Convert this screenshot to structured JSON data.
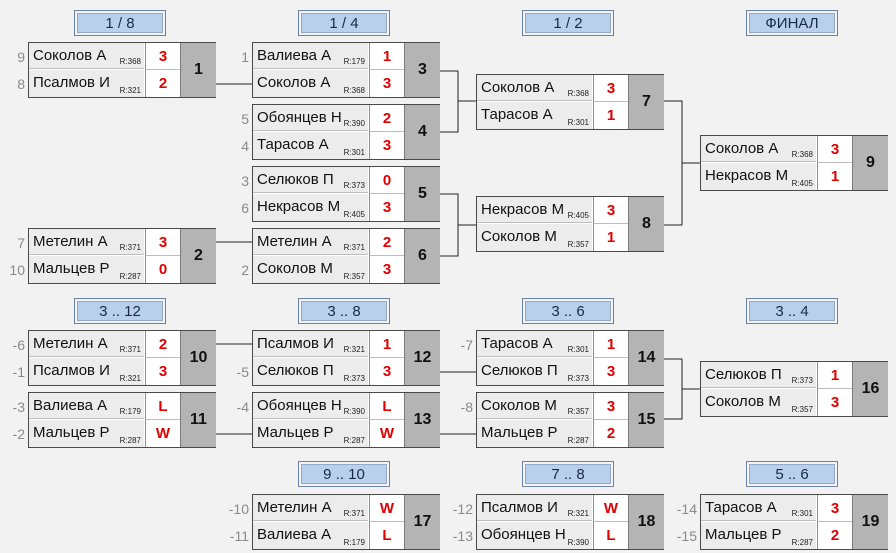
{
  "headers": {
    "h18": "1 / 8",
    "h14": "1 / 4",
    "h12": "1 / 2",
    "final": "ФИНАЛ",
    "p3_12": "3 .. 12",
    "p3_8": "3 .. 8",
    "p3_6": "3 .. 6",
    "p3_4": "3 .. 4",
    "p9_10": "9 .. 10",
    "p7_8": "7 .. 8",
    "p5_6": "5 .. 6"
  },
  "matches": [
    {
      "id": "m1",
      "num": "1",
      "p": [
        {
          "seed": "9",
          "name": "Соколов А",
          "rating": "R:368",
          "score": "3"
        },
        {
          "seed": "8",
          "name": "Псалмов И",
          "rating": "R:321",
          "score": "2"
        }
      ]
    },
    {
      "id": "m2",
      "num": "2",
      "p": [
        {
          "seed": "7",
          "name": "Метелин А",
          "rating": "R:371",
          "score": "3"
        },
        {
          "seed": "10",
          "name": "Мальцев Р",
          "rating": "R:287",
          "score": "0"
        }
      ]
    },
    {
      "id": "m3",
      "num": "3",
      "p": [
        {
          "seed": "1",
          "name": "Валиева А",
          "rating": "R:179",
          "score": "1"
        },
        {
          "seed": "",
          "name": "Соколов А",
          "rating": "R:368",
          "score": "3"
        }
      ]
    },
    {
      "id": "m4",
      "num": "4",
      "p": [
        {
          "seed": "5",
          "name": "Обоянцев Н",
          "rating": "R:390",
          "score": "2"
        },
        {
          "seed": "4",
          "name": "Тарасов А",
          "rating": "R:301",
          "score": "3"
        }
      ]
    },
    {
      "id": "m5",
      "num": "5",
      "p": [
        {
          "seed": "3",
          "name": "Селюков П",
          "rating": "R:373",
          "score": "0"
        },
        {
          "seed": "6",
          "name": "Некрасов М",
          "rating": "R:405",
          "score": "3"
        }
      ]
    },
    {
      "id": "m6",
      "num": "6",
      "p": [
        {
          "seed": "",
          "name": "Метелин А",
          "rating": "R:371",
          "score": "2"
        },
        {
          "seed": "2",
          "name": "Соколов М",
          "rating": "R:357",
          "score": "3"
        }
      ]
    },
    {
      "id": "m7",
      "num": "7",
      "p": [
        {
          "seed": "",
          "name": "Соколов А",
          "rating": "R:368",
          "score": "3"
        },
        {
          "seed": "",
          "name": "Тарасов А",
          "rating": "R:301",
          "score": "1"
        }
      ]
    },
    {
      "id": "m8",
      "num": "8",
      "p": [
        {
          "seed": "",
          "name": "Некрасов М",
          "rating": "R:405",
          "score": "3"
        },
        {
          "seed": "",
          "name": "Соколов М",
          "rating": "R:357",
          "score": "1"
        }
      ]
    },
    {
      "id": "m9",
      "num": "9",
      "p": [
        {
          "seed": "",
          "name": "Соколов А",
          "rating": "R:368",
          "score": "3"
        },
        {
          "seed": "",
          "name": "Некрасов М",
          "rating": "R:405",
          "score": "1"
        }
      ]
    },
    {
      "id": "m10",
      "num": "10",
      "p": [
        {
          "seed": "-6",
          "name": "Метелин А",
          "rating": "R:371",
          "score": "2"
        },
        {
          "seed": "-1",
          "name": "Псалмов И",
          "rating": "R:321",
          "score": "3"
        }
      ]
    },
    {
      "id": "m11",
      "num": "11",
      "p": [
        {
          "seed": "-3",
          "name": "Валиева А",
          "rating": "R:179",
          "score": "L"
        },
        {
          "seed": "-2",
          "name": "Мальцев Р",
          "rating": "R:287",
          "score": "W"
        }
      ]
    },
    {
      "id": "m12",
      "num": "12",
      "p": [
        {
          "seed": "",
          "name": "Псалмов И",
          "rating": "R:321",
          "score": "1"
        },
        {
          "seed": "-5",
          "name": "Селюков П",
          "rating": "R:373",
          "score": "3"
        }
      ]
    },
    {
      "id": "m13",
      "num": "13",
      "p": [
        {
          "seed": "-4",
          "name": "Обоянцев Н",
          "rating": "R:390",
          "score": "L"
        },
        {
          "seed": "",
          "name": "Мальцев Р",
          "rating": "R:287",
          "score": "W"
        }
      ]
    },
    {
      "id": "m14",
      "num": "14",
      "p": [
        {
          "seed": "-7",
          "name": "Тарасов А",
          "rating": "R:301",
          "score": "1"
        },
        {
          "seed": "",
          "name": "Селюков П",
          "rating": "R:373",
          "score": "3"
        }
      ]
    },
    {
      "id": "m15",
      "num": "15",
      "p": [
        {
          "seed": "-8",
          "name": "Соколов М",
          "rating": "R:357",
          "score": "3"
        },
        {
          "seed": "",
          "name": "Мальцев Р",
          "rating": "R:287",
          "score": "2"
        }
      ]
    },
    {
      "id": "m16",
      "num": "16",
      "p": [
        {
          "seed": "",
          "name": "Селюков П",
          "rating": "R:373",
          "score": "1"
        },
        {
          "seed": "",
          "name": "Соколов М",
          "rating": "R:357",
          "score": "3"
        }
      ]
    },
    {
      "id": "m17",
      "num": "17",
      "p": [
        {
          "seed": "-10",
          "name": "Метелин А",
          "rating": "R:371",
          "score": "W"
        },
        {
          "seed": "-11",
          "name": "Валиева А",
          "rating": "R:179",
          "score": "L"
        }
      ]
    },
    {
      "id": "m18",
      "num": "18",
      "p": [
        {
          "seed": "-12",
          "name": "Псалмов И",
          "rating": "R:321",
          "score": "W"
        },
        {
          "seed": "-13",
          "name": "Обоянцев Н",
          "rating": "R:390",
          "score": "L"
        }
      ]
    },
    {
      "id": "m19",
      "num": "19",
      "p": [
        {
          "seed": "-14",
          "name": "Тарасов А",
          "rating": "R:301",
          "score": "3"
        },
        {
          "seed": "-15",
          "name": "Мальцев Р",
          "rating": "R:287",
          "score": "2"
        }
      ]
    }
  ],
  "colors": {
    "score": "#e00000",
    "header_fill": "#b8d0ec",
    "match_number_bg": "#b4b4b4",
    "seed_text": "#8a8a8a"
  },
  "corner_mark": "ttt"
}
